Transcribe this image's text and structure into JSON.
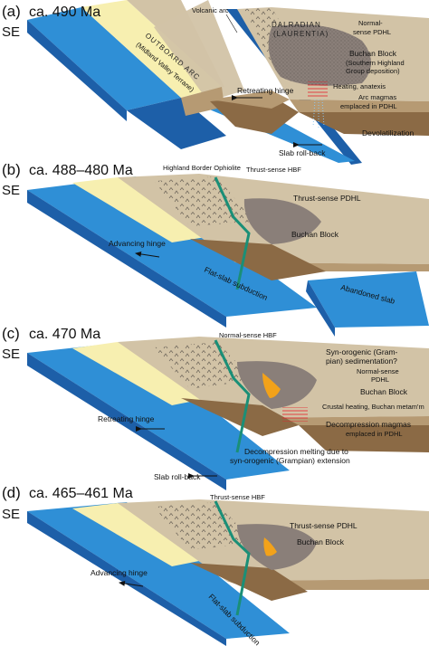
{
  "panels": [
    {
      "letter": "(a)",
      "age": "ca. 490 Ma",
      "side": "SE",
      "labels": {
        "volcanic_arc": "Volcanic arc",
        "dalradian_1": "DALRADIAN",
        "dalradian_2": "(LAURENTIA)",
        "normal_pdhl_1": "Normal-",
        "normal_pdhl_2": "sense PDHL",
        "buchan_1": "Buchan Block",
        "buchan_2": "(Southern Highland",
        "buchan_3": "Group deposition)",
        "outboard_1": "OUTBOARD ARC",
        "outboard_2": "(Midland Valley Terrane)",
        "retreating": "Retreating hinge",
        "heating": "Heating, anatexis",
        "arc_magmas_1": "Arc magmas",
        "arc_magmas_2": "emplaced in PDHL",
        "devolatilization": "Devolatilization",
        "rollback": "Slab roll-back"
      }
    },
    {
      "letter": "(b)",
      "age": "ca. 488–480 Ma",
      "side": "SE",
      "labels": {
        "ophiolite": "Highland Border Ophiolite",
        "thrust_hbf": "Thrust-sense HBF",
        "thrust_pdhl": "Thrust-sense PDHL",
        "buchan": "Buchan Block",
        "advancing": "Advancing hinge",
        "flat_slab": "Flat-slab subduction",
        "abandoned": "Abandoned slab"
      }
    },
    {
      "letter": "(c)",
      "age": "ca. 470 Ma",
      "side": "SE",
      "labels": {
        "normal_hbf": "Normal-sense HBF",
        "synorogenic_1": "Syn-orogenic (Gram-",
        "synorogenic_2": "pian) sedimentation?",
        "normal_pdhl_1": "Normal-sense",
        "normal_pdhl_2": "PDHL",
        "buchan": "Buchan Block",
        "crustal": "Crustal heating, Buchan metam'm",
        "decomp_magmas_1": "Decompression magmas",
        "decomp_magmas_2": "emplaced in PDHL",
        "retreating": "Retreating hinge",
        "decomp_melt_1": "Decompression melting due to",
        "decomp_melt_2": "syn-orogenic (Grampian) extension",
        "rollback": "Slab roll-back"
      }
    },
    {
      "letter": "(d)",
      "age": "ca. 465–461 Ma",
      "side": "SE",
      "labels": {
        "thrust_hbf": "Thrust-sense HBF",
        "thrust_pdhl": "Thrust-sense PDHL",
        "buchan": "Buchan Block",
        "advancing": "Advancing hinge",
        "flat_slab": "Flat-slab subduction"
      }
    }
  ],
  "colors": {
    "ocean_top": "#2f8fd6",
    "ocean_side": "#1d5fa8",
    "sediment": "#f7efb0",
    "crust": "#d2c3a6",
    "crust_side": "#b69a73",
    "mantle": "#8b6a45",
    "buchan": "#8a7f79",
    "orange": "#f2a21a",
    "green": "#1a8f77",
    "red": "#e5202a"
  }
}
